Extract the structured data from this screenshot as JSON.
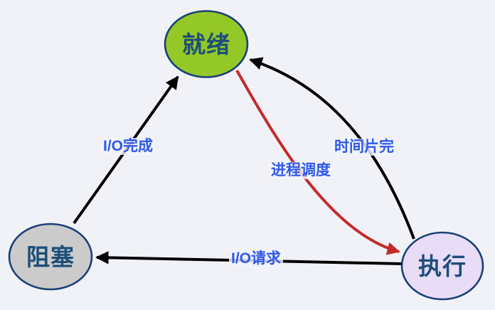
{
  "canvas": {
    "background": "#F1F2F8"
  },
  "diagram": {
    "type": "process-state-transition",
    "nodes": [
      {
        "id": "ready",
        "label": "就绪",
        "fill": "#94C827",
        "border": "#1B4077",
        "text_color": "#1E4E79"
      },
      {
        "id": "blocked",
        "label": "阻塞",
        "fill": "#CBCBCB",
        "border": "#1B4077",
        "text_color": "#1E4E79"
      },
      {
        "id": "running",
        "label": "执行",
        "fill": "#E8DCF7",
        "border": "#1B4077",
        "text_color": "#1E4E79"
      }
    ],
    "edges": [
      {
        "id": "io-complete",
        "from": "blocked",
        "to": "ready",
        "label": "I/O完成",
        "color": "#000000",
        "label_color": "#2E58EC",
        "style": "straight"
      },
      {
        "id": "time-slice-expired",
        "from": "running",
        "to": "ready",
        "label": "时间片完",
        "color": "#000000",
        "label_color": "#2E58EC",
        "style": "curved"
      },
      {
        "id": "process-scheduling",
        "from": "ready",
        "to": "running",
        "label": "进程调度",
        "color": "#C32B2B",
        "label_color": "#2E58EC",
        "style": "curved"
      },
      {
        "id": "io-request",
        "from": "running",
        "to": "blocked",
        "label": "I/O请求",
        "color": "#000000",
        "label_color": "#2E58EC",
        "style": "straight"
      }
    ]
  }
}
